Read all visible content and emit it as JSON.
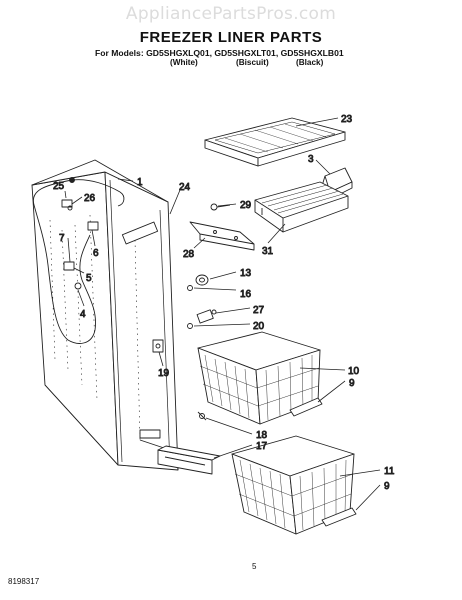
{
  "watermark": "AppliancePartsPros.com",
  "title": "FREEZER LINER PARTS",
  "models_line": "For Models: GD5SHGXLQ01, GD5SHGXLT01, GD5SHGXLB01",
  "variants": [
    "(White)",
    "(Biscuit)",
    "(Black)"
  ],
  "callouts": {
    "c23": "23",
    "c3": "3",
    "c1": "1",
    "c24": "24",
    "c25": "25",
    "c26": "26",
    "c29": "29",
    "c7": "7",
    "c6": "6",
    "c31": "31",
    "c28": "28",
    "c5": "5",
    "c13": "13",
    "c16": "16",
    "c4": "4",
    "c27": "27",
    "c20": "20",
    "c10": "10",
    "c9a": "9",
    "c19": "19",
    "c18": "18",
    "c17": "17",
    "c11": "11",
    "c9b": "9"
  },
  "footer": {
    "code": "8198317",
    "page": "5"
  }
}
